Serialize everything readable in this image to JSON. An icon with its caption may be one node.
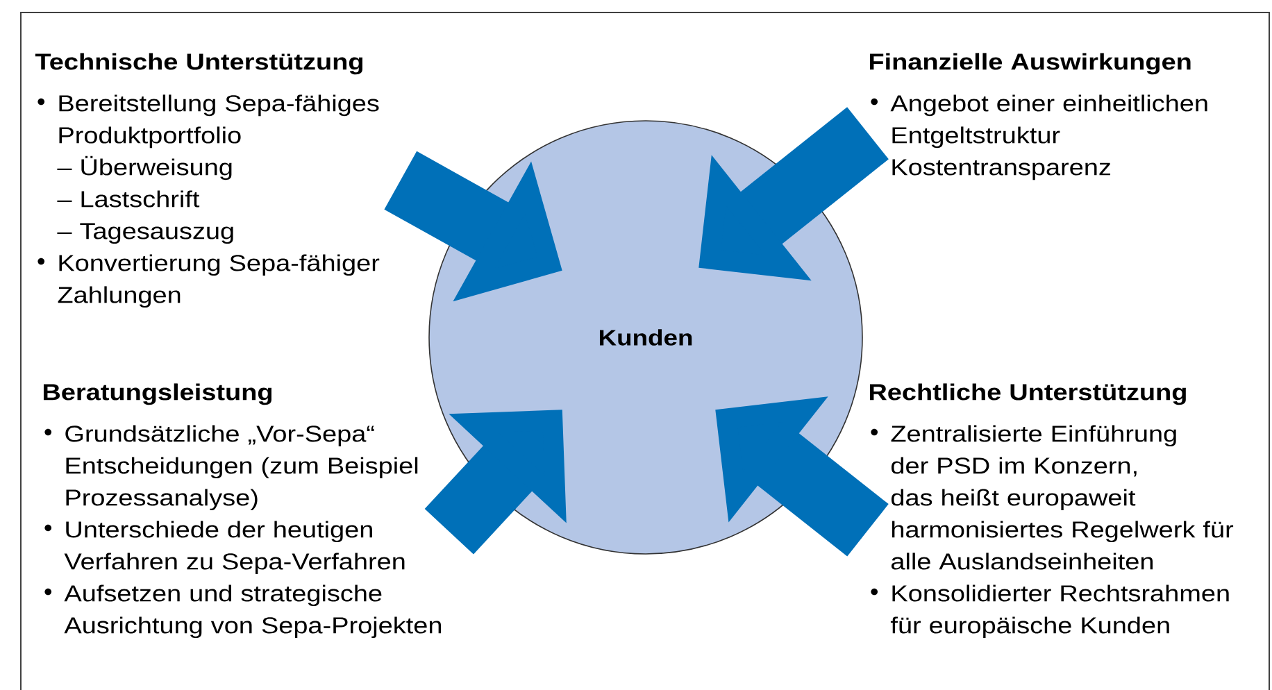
{
  "diagram": {
    "nodes": [
      {
        "text": [
          "Technische Unterstützung",
          "Bereitstellung Sepa-fähiges Produktportfolio",
          "– Überweisung",
          "– Lastschrift",
          "– Tagesauszug",
          "Konvertierung Sepa-fähiger Zahlungen"
        ]
      },
      {
        "text": [
          "Finanzielle Auswirkungen",
          "Angebot einer einheitlichen Entgeltstruktur",
          "Kostentransparenz"
        ]
      },
      {
        "text": [
          "Kunden"
        ]
      },
      {
        "text": [
          "Beratungsleistung",
          "Grundsätzliche „Vor-Sepa“ Entscheidungen (zum Beispiel Prozessanalyse)",
          "Unterschiede der heutigen Verfahren zu Sepa-Verfahren",
          "Aufsetzen und strategische Ausrichtung von Sepa-Projekten"
        ]
      },
      {
        "text": [
          "Rechtliche Unterstützung",
          "Zentralisierte Einführung der PSD im Konzern, das heißt europaweit harmonisiertes Regelwerk für alle Auslandseinheiten",
          "Konsolidierter Rechtsrahmen für europäische Kunden"
        ]
      }
    ],
    "edges": [
      {
        "from": 0,
        "to": 2,
        "arrow": "to"
      },
      {
        "from": 1,
        "to": 2,
        "arrow": "to"
      },
      {
        "from": 3,
        "to": 2,
        "arrow": "to"
      },
      {
        "from": 4,
        "to": 2,
        "arrow": "to"
      }
    ]
  }
}
